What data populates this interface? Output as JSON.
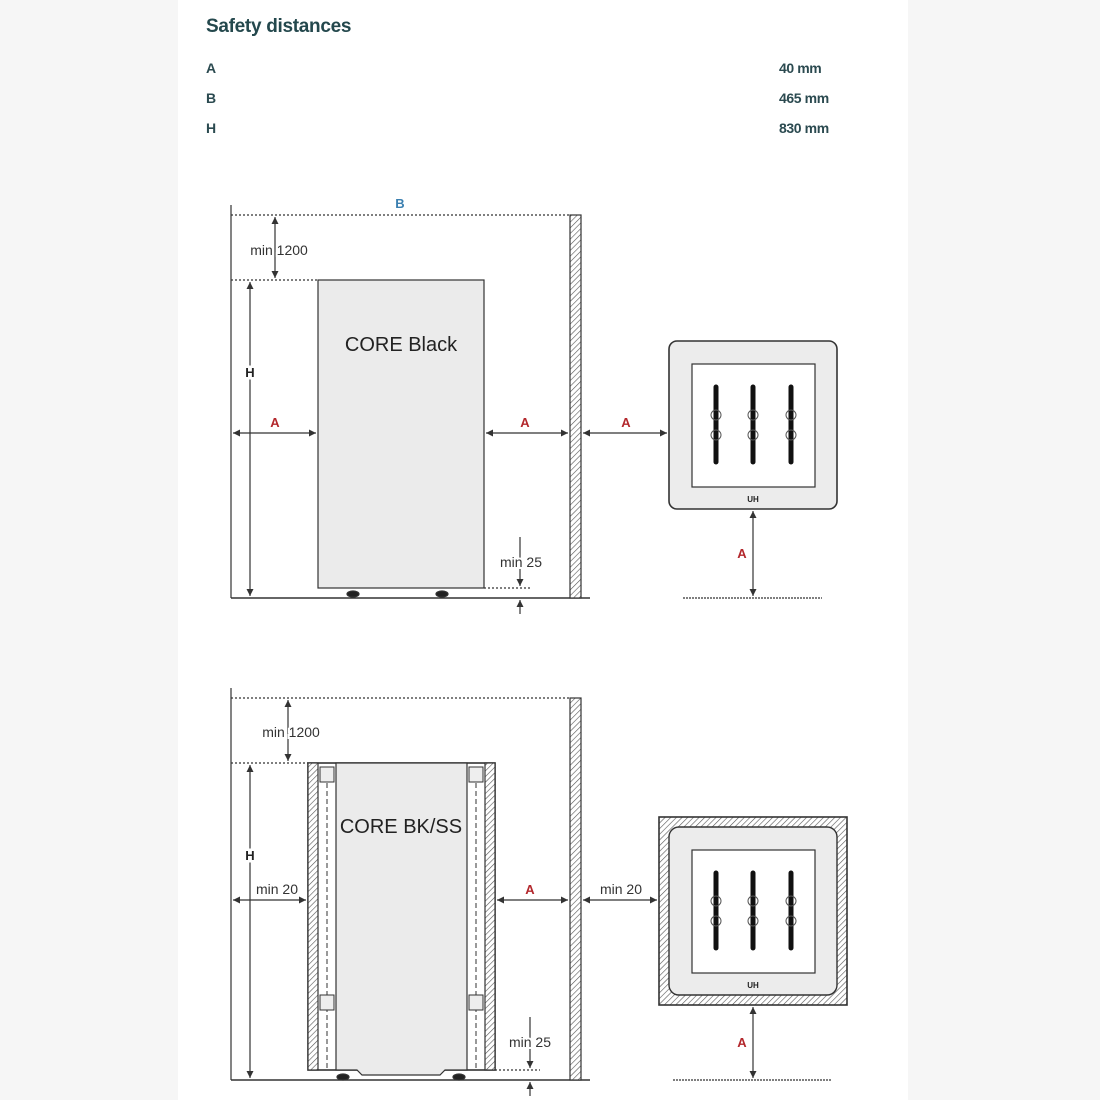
{
  "section_title": "Safety distances",
  "distances": [
    {
      "key": "A",
      "value": "40 mm"
    },
    {
      "key": "B",
      "value": "465 mm"
    },
    {
      "key": "H",
      "value": "830 mm"
    }
  ],
  "diagram1": {
    "model": "CORE Black",
    "label_b": "B",
    "label_h": "H",
    "label_a": "A",
    "min_top": "min 1200",
    "min_bottom": "min 25",
    "panel_mark": "UH"
  },
  "diagram2": {
    "model": "CORE BK/SS",
    "label_h": "H",
    "label_a": "A",
    "min_top": "min 1200",
    "min_side": "min 20",
    "min_bottom": "min 25",
    "panel_mark": "UH"
  },
  "colors": {
    "title": "#24484d",
    "dimension_red": "#b3282d",
    "dimension_blue": "#3a7fb0"
  }
}
